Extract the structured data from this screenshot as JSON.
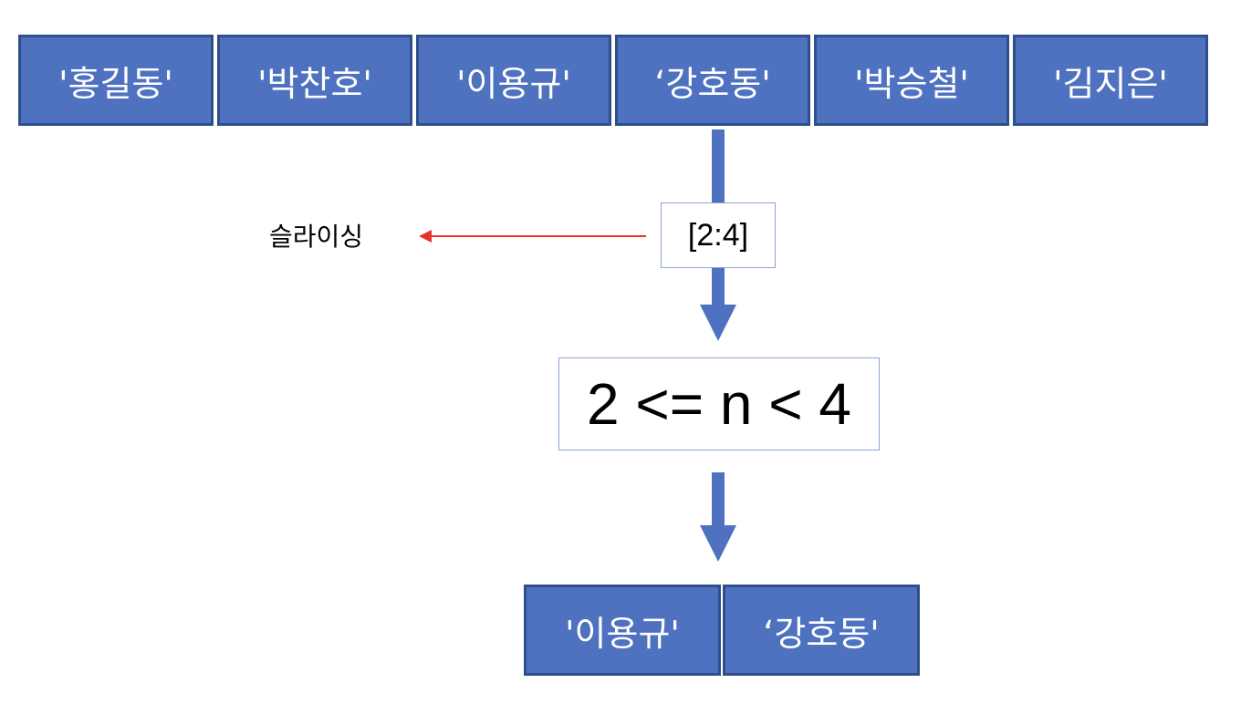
{
  "source_list": [
    "'홍길동'",
    "'박찬호'",
    "'이용규'",
    "‘강호동'",
    "'박승철'",
    "'김지은'"
  ],
  "slice_expression": "[2:4]",
  "slicing_label": "슬라이싱",
  "condition": "2 <= n < 4",
  "result_list": [
    "'이용규'",
    "‘강호동'"
  ],
  "colors": {
    "cell_fill": "#4f72c0",
    "cell_border": "#2f4f8a",
    "arrow": "#4f72c0",
    "pointer_arrow": "#e8322b"
  }
}
